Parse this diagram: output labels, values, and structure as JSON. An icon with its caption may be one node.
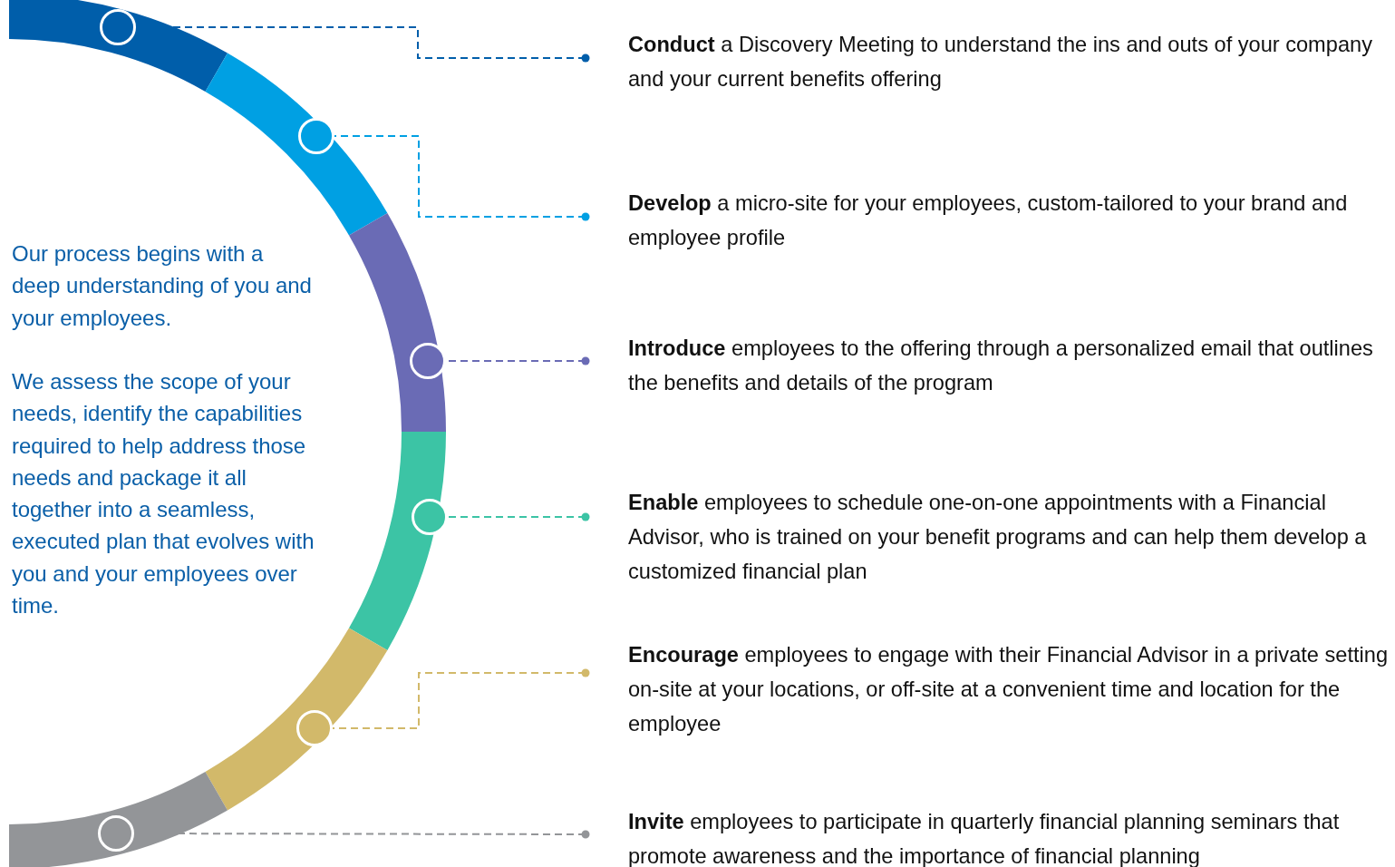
{
  "diagram": {
    "nodes": [
      {
        "text": [],
        "shape": "circle"
      },
      {
        "text": [
          "**Conduct** a Discovery Meeting to understand the ins and outs of your company and your current benefits offering"
        ]
      },
      {
        "text": [],
        "shape": "circle"
      },
      {
        "text": [
          "**Develop** a micro-site for your employees, custom-tailored to your brand and employee profile"
        ]
      },
      {
        "text": [],
        "shape": "circle"
      },
      {
        "text": [
          "**Introduce** employees to the offering through a personalized email that outlines the benefits and details of the program"
        ]
      },
      {
        "text": [],
        "shape": "circle"
      },
      {
        "text": [
          "**Enable** employees to schedule one-on-one appointments with a Financial Advisor, who is trained on your benefit programs and can help them develop a customized financial plan"
        ]
      },
      {
        "text": [],
        "shape": "circle"
      },
      {
        "text": [
          "**Encourage** employees to engage with their Financial Advisor in a private setting on-site at your locations, or off-site at a convenient time and location for the employee"
        ]
      },
      {
        "text": [],
        "shape": "circle"
      },
      {
        "text": [
          "**Invite** employees to participate in quarterly financial planning seminars that promote awareness and the importance of financial planning"
        ]
      }
    ],
    "edges": [
      {
        "from": 1,
        "to": 0,
        "arrow": "other",
        "style": "dashed",
        "color": "#005eaa"
      },
      {
        "from": 3,
        "to": 2,
        "arrow": "other",
        "style": "dashed",
        "color": "#00a0e3"
      },
      {
        "from": 5,
        "to": 4,
        "arrow": "other",
        "style": "dashed",
        "color": "#6a6bb5"
      },
      {
        "from": 7,
        "to": 6,
        "arrow": "other",
        "style": "dashed",
        "color": "#3cc4a5"
      },
      {
        "from": 9,
        "to": 8,
        "arrow": "other",
        "style": "dashed",
        "color": "#d2b96a"
      },
      {
        "from": 11,
        "to": 10,
        "arrow": "other",
        "style": "dashed",
        "color": "#939598"
      }
    ],
    "labels": [
      "Our process begins with a deep understanding of you and your employees.",
      "We assess the scope of your needs, identify the capabilities required to help address those needs and package it all together into a seamless, executed plan that evolves with you and your employees over time."
    ]
  }
}
